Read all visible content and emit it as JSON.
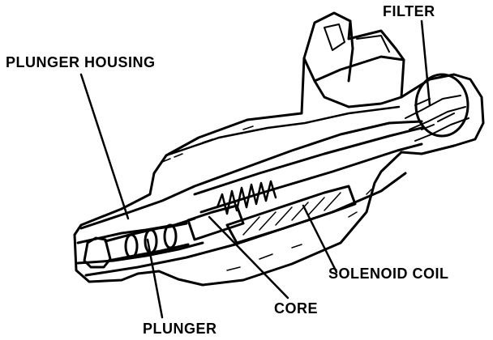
{
  "labels": {
    "filter": "FILTER",
    "plunger_housing": "PLUNGER HOUSING",
    "solenoid_coil": "SOLENOID COIL",
    "core": "CORE",
    "plunger": "PLUNGER"
  },
  "colors": {
    "ink": "#000000",
    "paper": "#ffffff"
  }
}
